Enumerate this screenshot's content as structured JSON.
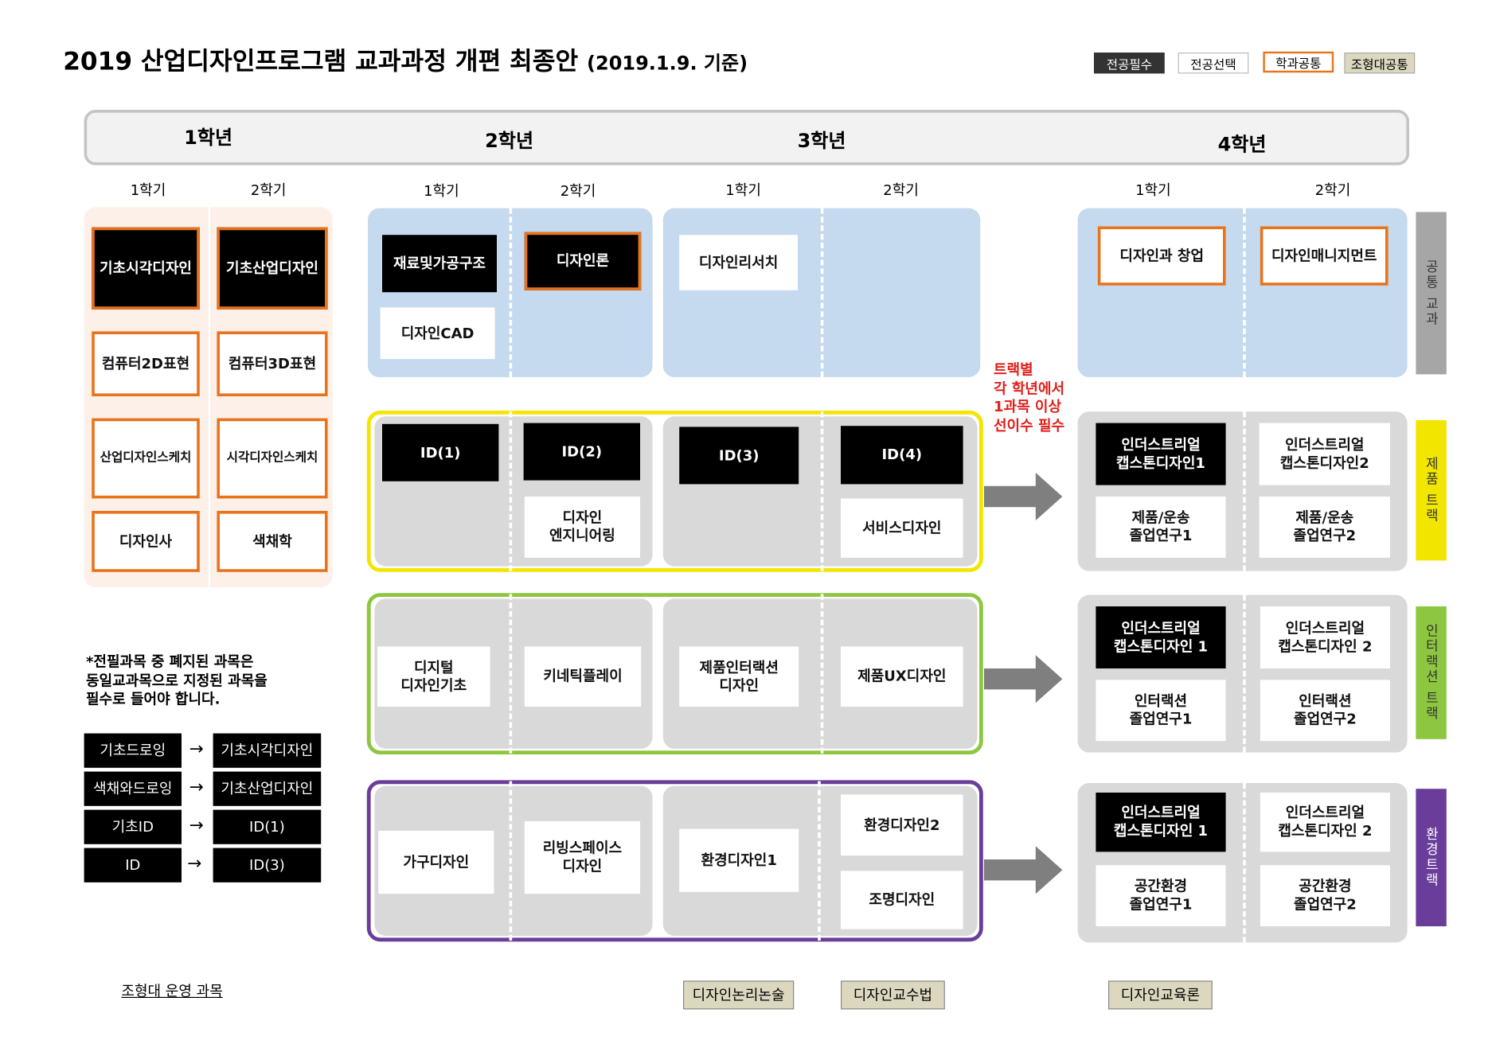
{
  "title": "2019 산업디자인프로그램 교과과정 개편 최종안",
  "title_date": "(2019.1.9. 기준)",
  "legend": [
    "전공필수",
    "전공선택",
    "학과공통",
    "조형대공통"
  ],
  "years": [
    "1학년",
    "2학년",
    "3학년",
    "4학년"
  ],
  "semesters": [
    "1학기",
    "2학기",
    "1학기",
    "2학기",
    "1학기",
    "2학기",
    "1학기",
    "2학기"
  ],
  "year1": [
    "기초시각디자인",
    "기초산업디자인",
    "컴퓨터2D표현",
    "컴퓨터3D표현",
    "산업디자인스케치",
    "시각디자인스케치",
    "디자인사",
    "색채학"
  ],
  "common": {
    "y2": [
      "재료및가공구조",
      "디자인CAD",
      "디자인론"
    ],
    "y3": [
      "디자인리서치"
    ],
    "y4": [
      "디자인과 창업",
      "디자인매니지먼트"
    ],
    "label": "공통 교과"
  },
  "note_red": "트랙별\n각 학년에서\n1과목 이상\n선이수 필수",
  "product": {
    "courses": [
      "ID(1)",
      "ID(2)",
      "디자인\n엔지니어링",
      "ID(3)",
      "ID(4)",
      "서비스디자인"
    ],
    "y4": [
      "인더스트리얼\n캡스톤디자인1",
      "인더스트리얼\n캡스톤디자인2",
      "제품/운송\n졸업연구1",
      "제품/운송\n졸업연구2"
    ],
    "label": "제품 트랙",
    "color": "#f2e600"
  },
  "interaction": {
    "courses": [
      "디지털\n디자인기초",
      "키네틱플레이",
      "제품인터랙션\n디자인",
      "제품UX디자인"
    ],
    "y4": [
      "인더스트리얼\n캡스톤디자인 1",
      "인더스트리얼\n캡스톤디자인 2",
      "인터랙션\n졸업연구1",
      "인터랙션\n졸업연구2"
    ],
    "label": "인터랙션 트랙",
    "color": "#8dc63f"
  },
  "environment": {
    "courses": [
      "가구디자인",
      "리빙스페이스\n디자인",
      "환경디자인1",
      "환경디자인2",
      "조명디자인"
    ],
    "y4": [
      "인더스트리얼\n캡스톤디자인 1",
      "인더스트리얼\n캡스톤디자인 2",
      "공간환경\n졸업연구1",
      "공간환경\n졸업연구2"
    ],
    "label": "환경트랙",
    "color": "#6a3d9a"
  },
  "abolished_note": "*전필과목 중 폐지된 과목은\n동일교과목으로 지정된 과목을\n필수로 들어야 합니다.",
  "mapping": [
    {
      "from": "기초드로잉",
      "to": "기초시각디자인"
    },
    {
      "from": "색채와드로잉",
      "to": "기초산업디자인"
    },
    {
      "from": "기초ID",
      "to": "ID(1)"
    },
    {
      "from": "ID",
      "to": "ID(3)"
    }
  ],
  "arrow_glyph": "→",
  "college_label": "조형대 운영 과목",
  "college_courses": [
    "디자인논리논술",
    "디자인교수법",
    "디자인교육론"
  ]
}
